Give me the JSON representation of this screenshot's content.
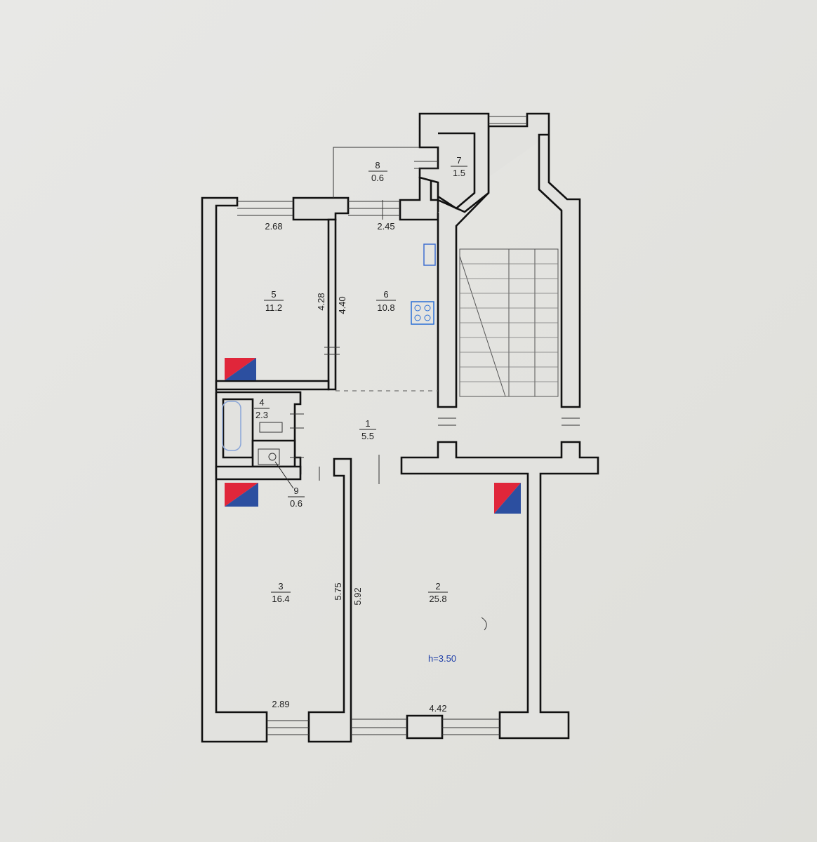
{
  "rooms": [
    {
      "id": "room-1",
      "number": "1",
      "area": "5.5"
    },
    {
      "id": "room-2",
      "number": "2",
      "area": "25.8"
    },
    {
      "id": "room-3",
      "number": "3",
      "area": "16.4"
    },
    {
      "id": "room-4",
      "number": "4",
      "area": "2.3"
    },
    {
      "id": "room-5",
      "number": "5",
      "area": "11.2"
    },
    {
      "id": "room-6",
      "number": "6",
      "area": "10.8"
    },
    {
      "id": "room-7",
      "number": "7",
      "area": "1.5"
    },
    {
      "id": "room-8",
      "number": "8",
      "area": "0.6"
    },
    {
      "id": "room-9",
      "number": "9",
      "area": "0.6"
    }
  ],
  "dimensions": {
    "room5_width": "2.68",
    "room6_width": "2.45",
    "room5_depth": "4.28",
    "room6_depth": "4.40",
    "room3_depth": "5.75",
    "room2_depth": "5.92",
    "room3_width": "2.89",
    "room2_width": "4.42"
  },
  "ceiling_height": "h=3.50",
  "colors": {
    "wall_fill": "#e2e2df",
    "wall_stroke": "#111111",
    "heater_red": "#e0263a",
    "heater_blue": "#2c4fa0",
    "stove_blue": "#2a6fd6",
    "sink_blue": "#3f6fd0",
    "bath_blue": "#8aa6d8"
  },
  "symbols": [
    "heater-icon",
    "stove-icon",
    "sink-icon",
    "bathtub-icon",
    "toilet-icon",
    "washbasin-icon"
  ]
}
